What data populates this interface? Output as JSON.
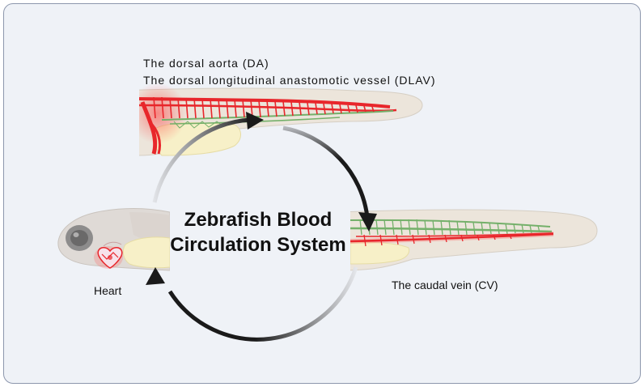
{
  "title": {
    "line1": "Zebrafish Blood",
    "line2": "Circulation System"
  },
  "labels": {
    "dorsal_aorta": "The dorsal aorta  (DA)",
    "dlav": "The dorsal longitudinal anastomotic vessel  (DLAV)",
    "heart": "Heart",
    "caudal_vein": "The caudal vein (CV)"
  },
  "colors": {
    "background": "#eff2f7",
    "border": "#8d97ad",
    "artery": "#e8262b",
    "vein": "#74b06a",
    "yolk": "#f7f0c8",
    "body": "#ede6dc",
    "arrow": "#1a1a1a"
  }
}
